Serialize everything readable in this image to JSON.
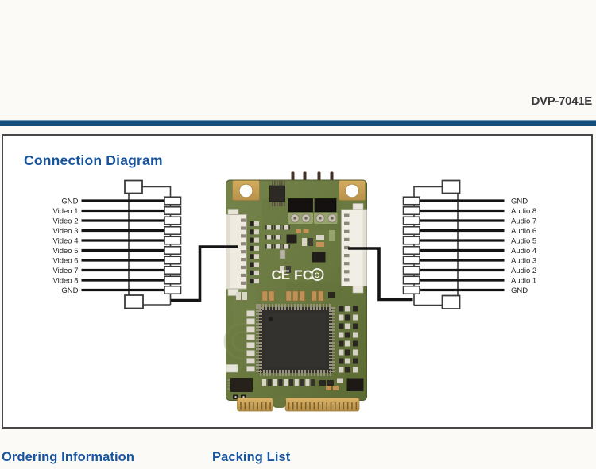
{
  "header": {
    "product_code": "DVP-7041E"
  },
  "sections": {
    "connection_diagram_title": "Connection Diagram",
    "ordering_information_title": "Ordering Information",
    "packing_list_title": "Packing List"
  },
  "diagram": {
    "left_connector": {
      "pins": [
        "GND",
        "Video 1",
        "Video 2",
        "Video 3",
        "Video 4",
        "Video 5",
        "Video 6",
        "Video 7",
        "Video 8",
        "GND"
      ]
    },
    "right_connector": {
      "pins": [
        "GND",
        "Audio 8",
        "Audio 7",
        "Audio 6",
        "Audio 5",
        "Audio 4",
        "Audio 3",
        "Audio 2",
        "Audio 1",
        "GND"
      ]
    },
    "board": {
      "ce_mark": "CE",
      "fcc_mark": "FC",
      "fcc_c": "C"
    }
  },
  "colors": {
    "accent_blue": "#17549e",
    "rule_blue": "#134e7d",
    "product_code_gray": "#3a3a3c",
    "box_border_gray": "#474747",
    "wire_black": "#141414",
    "pcb_green": "#6a7a41",
    "gold": "#c59e52"
  }
}
